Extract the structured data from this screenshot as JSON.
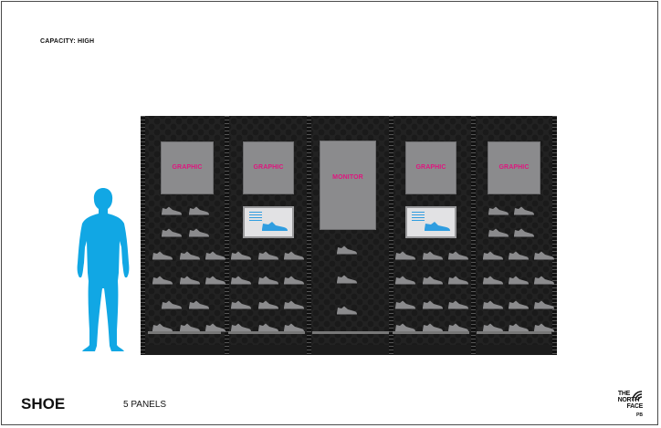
{
  "header": {
    "capacity": "CAPACITY: HIGH"
  },
  "footer": {
    "title": "SHOE",
    "panels": "5 PANELS"
  },
  "logo": {
    "line1": "THE",
    "line2": "NORTH",
    "line3": "FACE",
    "suffix": "PB"
  },
  "fixture": {
    "panels": [
      {
        "label": "GRAPHIC",
        "screen": true
      },
      {
        "label": "GRAPHIC",
        "screen": true
      },
      {
        "label": "MONITOR",
        "screen": false
      },
      {
        "label": "GRAPHIC",
        "screen": true
      },
      {
        "label": "GRAPHIC",
        "screen": false
      }
    ]
  },
  "colors": {
    "label": "#e0157f",
    "figure": "#11a7e4",
    "shoe": "#8b8b8d",
    "accent": "#2f9de0"
  }
}
